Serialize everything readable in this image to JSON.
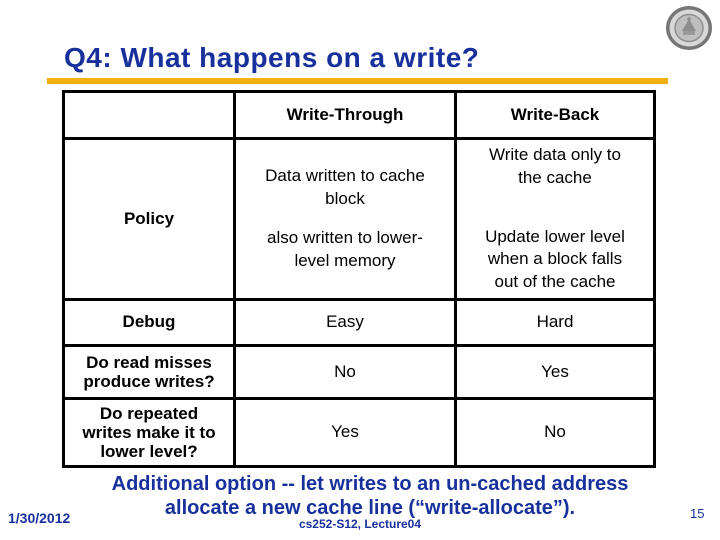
{
  "slide": {
    "title": "Q4: What happens on a write?",
    "note": {
      "line1": "Additional option -- let writes to an un-cached address",
      "line2": "allocate a new cache line (“write-allocate”)."
    },
    "footer": {
      "date": "1/30/2012",
      "course": "cs252-S12, Lecture04",
      "page": "15"
    },
    "colors": {
      "title_blue": "#17309C",
      "rule_gold": "#EEB111"
    },
    "logo": "university-seal"
  },
  "table": {
    "header": {
      "col1": "",
      "col2": "Write-Through",
      "col3": "Write-Back"
    },
    "rows": {
      "policy": {
        "label": "Policy",
        "write_through_1": "Data written to cache block",
        "write_through_2": "also written to lower-level memory",
        "write_back_1": "Write data only to the cache",
        "write_back_2": "Update lower level when a block falls out of the cache"
      },
      "debug": {
        "label": "Debug",
        "write_through": "Easy",
        "write_back": "Hard"
      },
      "read_misses": {
        "label": "Do read misses produce writes?",
        "write_through": "No",
        "write_back": "Yes"
      },
      "repeated_writes": {
        "label": "Do repeated writes make it to lower level?",
        "write_through": "Yes",
        "write_back": "No"
      }
    }
  }
}
